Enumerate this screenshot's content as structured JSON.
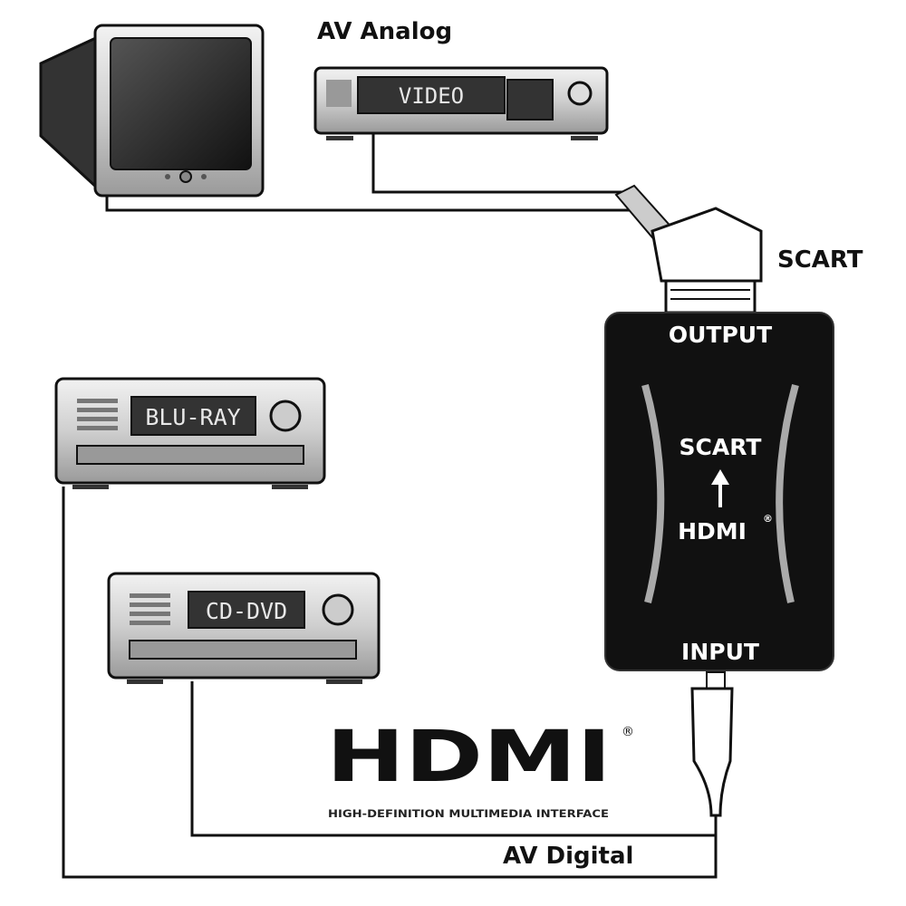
{
  "labels": {
    "av_analog": "AV Analog",
    "av_digital": "AV Digital",
    "scart": "SCART"
  },
  "devices": {
    "vcr_display": "VIDEO",
    "bluray_display": "BLU-RAY",
    "cddvd_display": "CD-DVD"
  },
  "converter": {
    "output": "OUTPUT",
    "input": "INPUT",
    "from": "HDMI",
    "to": "SCART",
    "registered": "®"
  },
  "logo": {
    "text": "HDMI",
    "tagline": "HIGH-DEFINITION MULTIMEDIA INTERFACE",
    "registered": "®"
  },
  "colors": {
    "device_body": "#d9d9d9",
    "box": "#111111",
    "lcd": "#3a3a3a"
  }
}
